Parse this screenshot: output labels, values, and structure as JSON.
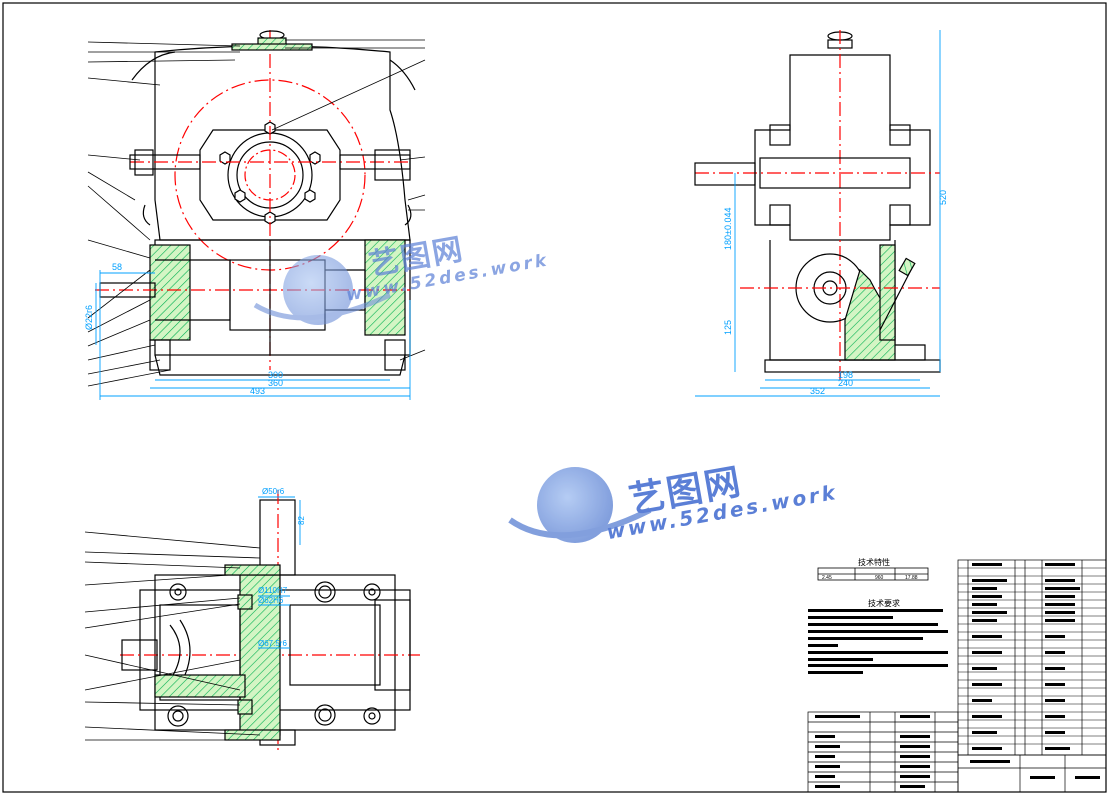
{
  "drawing": {
    "front_view_dims": {
      "d58": "58",
      "d300": "300",
      "d360": "360",
      "d493": "493",
      "d1": "Ø22r6"
    },
    "side_view_dims": {
      "d520": "520",
      "d180": "180±0.044",
      "d125": "125",
      "d198": "198",
      "d240": "240",
      "d352": "352"
    },
    "plan_view_dims": {
      "d50r6": "Ø50r6",
      "d82": "82",
      "d110": "Ø110H7",
      "d62": "Ø62H6",
      "d80": "Ø67.5r6"
    }
  },
  "tables": {
    "tech_char_title": "技术特性",
    "tech_char_values": [
      "2.45",
      "960",
      "17.88"
    ],
    "tech_req_title": "技术要求"
  },
  "watermarks": {
    "brand_cn": "艺图网",
    "url": "www.52des.work"
  },
  "colors": {
    "outline": "#000000",
    "centerline": "#ff0000",
    "dimension": "#00a0ff",
    "hatch": "#00b050",
    "fill": "#c8f0b8",
    "watermark": "#5b7fd6"
  }
}
